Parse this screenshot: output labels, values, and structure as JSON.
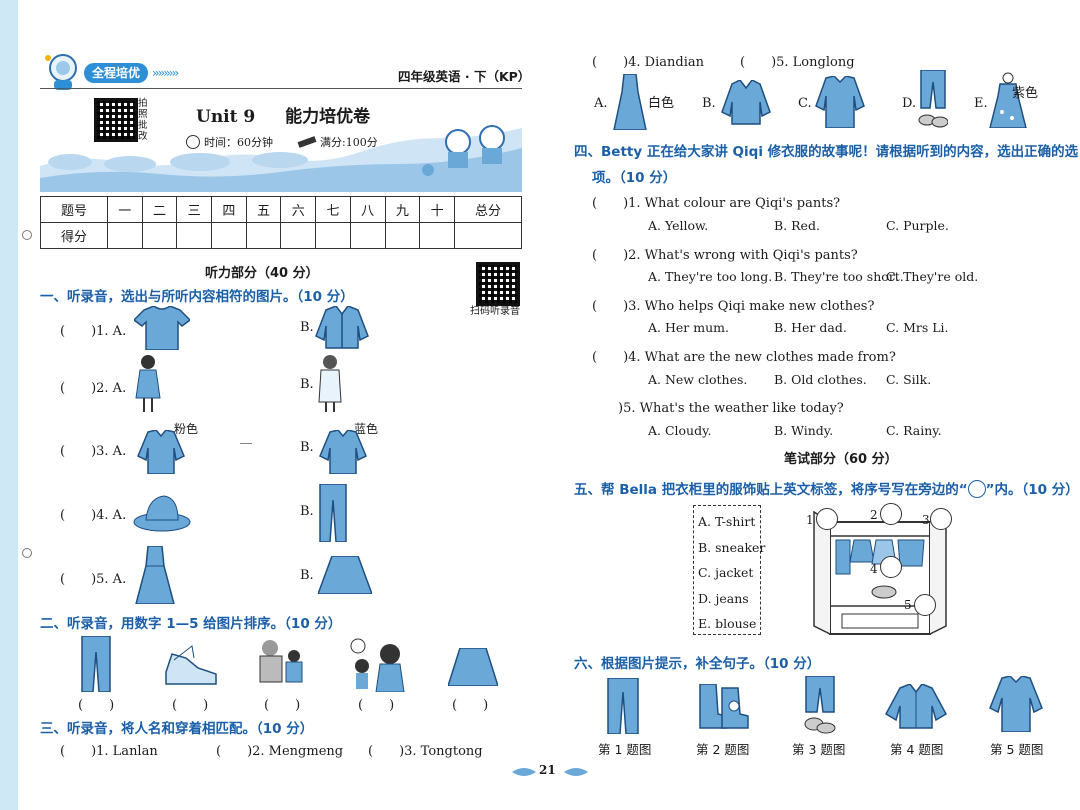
{
  "header": {
    "badge": "全程培优",
    "grade": "四年级英语 · 下（KP）",
    "title_unit": "Unit 9",
    "title_cn": "能力培优卷",
    "qr_caption": "拍照批改",
    "time": "时间：60分钟",
    "full_score": "满分:100分"
  },
  "score_table": {
    "row1": [
      "题号",
      "一",
      "二",
      "三",
      "四",
      "五",
      "六",
      "七",
      "八",
      "九",
      "十",
      "总分"
    ],
    "row2_label": "得分"
  },
  "listening": {
    "title": "听力部分（40 分）",
    "qr_caption": "扫码听录音"
  },
  "sec1": {
    "title": "一、听录音，选出与所听内容相符的图片。（10 分）",
    "items": [
      {
        "q": "(　　)1. A.",
        "b": "B."
      },
      {
        "q": "(　　)2. A.",
        "b": "B."
      },
      {
        "q": "(　　)3. A.",
        "b": "B.",
        "a_note": "粉色",
        "b_note": "蓝色"
      },
      {
        "q": "(　　)4. A.",
        "b": "B."
      },
      {
        "q": "(　　)5. A.",
        "b": "B."
      }
    ]
  },
  "sec2": {
    "title": "二、听录音，用数字 1—5 给图片排序。（10 分）",
    "blanks": [
      "(　　)",
      "(　　)",
      "(　　)",
      "(　　)",
      "(　　)"
    ]
  },
  "sec3": {
    "title": "三、听录音，将人名和穿着相匹配。（10 分）",
    "items": [
      "(　　)1. Lanlan",
      "(　　)2. Mengmeng",
      "(　　)3. Tongtong",
      "(　　)4. Diandian",
      "(　　)5. Longlong"
    ],
    "options": [
      "A.",
      "B.",
      "C.",
      "D.",
      "E."
    ],
    "notes": {
      "a": "白色",
      "e": "紫色"
    }
  },
  "sec4": {
    "title_line1": "四、Betty 正在给大家讲 Qiqi 修衣服的故事呢！请根据听到的内容，选出正确的选",
    "title_line2": "项。（10 分）",
    "questions": [
      {
        "q": "(　　)1. What colour are Qiqi's pants?",
        "a": "A. Yellow.",
        "b": "B. Red.",
        "c": "C. Purple."
      },
      {
        "q": "(　　)2. What's wrong with Qiqi's pants?",
        "a": "A. They're too long.",
        "b": "B. They're too short.",
        "c": "C. They're old."
      },
      {
        "q": "(　　)3. Who helps Qiqi make new clothes?",
        "a": "A. Her mum.",
        "b": "B. Her dad.",
        "c": "C. Mrs Li."
      },
      {
        "q": "(　　)4. What are the new clothes made from?",
        "a": "A. New clothes.",
        "b": "B. Old clothes.",
        "c": "C. Silk."
      },
      {
        "q": "　　)5. What's the weather like today?",
        "a": "A. Cloudy.",
        "b": "B. Windy.",
        "c": "C. Rainy."
      }
    ]
  },
  "written": {
    "title": "笔试部分（60 分）"
  },
  "sec5": {
    "title_before": "五、帮 Bella 把衣柜里的服饰贴上英文标签，将序号写在旁边的“",
    "title_after": "”内。（10 分）",
    "labels": [
      "A. T-shirt",
      "B. sneaker",
      "C. jacket",
      "D. jeans",
      "E. blouse"
    ],
    "numbers": [
      "1",
      "2",
      "3",
      "4",
      "5"
    ]
  },
  "sec6": {
    "title": "六、根据图片提示，补全句子。（10 分）",
    "captions": [
      "第 1 题图",
      "第 2 题图",
      "第 3 题图",
      "第 4 题图",
      "第 5 题图"
    ]
  },
  "footer": {
    "page_number": "21"
  },
  "colors": {
    "section_blue": "#1a5fa8",
    "cloth_blue": "#6aa8d8",
    "banner_blue": "#2f8fd6"
  }
}
